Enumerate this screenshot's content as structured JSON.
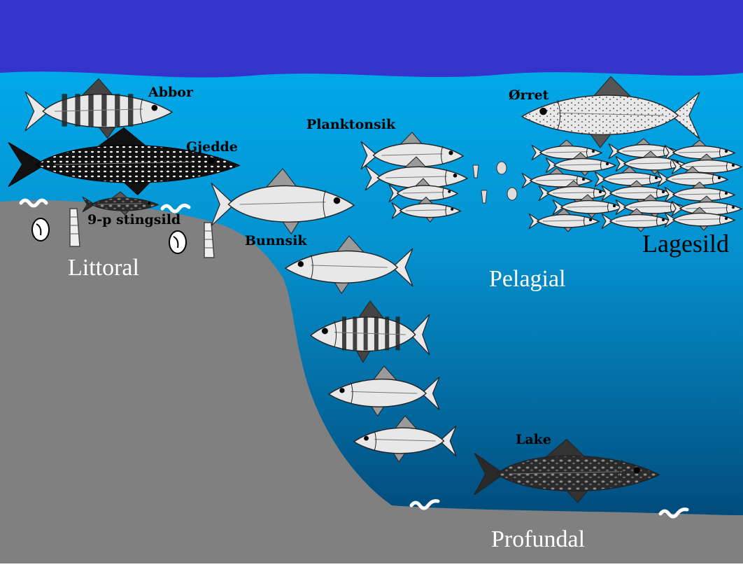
{
  "zones": {
    "littoral": "Littoral",
    "pelagial": "Pelagial",
    "profundal": "Profundal"
  },
  "species": {
    "abbor": "Abbor",
    "gjedde": "Gjedde",
    "stingsild": "9-p stingsild",
    "planktonsik": "Planktonsik",
    "orret": "Ørret",
    "bunnsik": "Bunnsik",
    "lagesild": "Lagesild",
    "lake": "Lake"
  },
  "colors": {
    "sky": "#3433cc",
    "water_top": "#00a3e6",
    "water_bottom": "#003f6e",
    "lakebed": "#808080"
  },
  "icons": {
    "fish": "fish-icon",
    "snail": "snail-icon",
    "larva": "larva-icon",
    "worm": "worm-icon",
    "zooplankton": "zooplankton-icon"
  }
}
